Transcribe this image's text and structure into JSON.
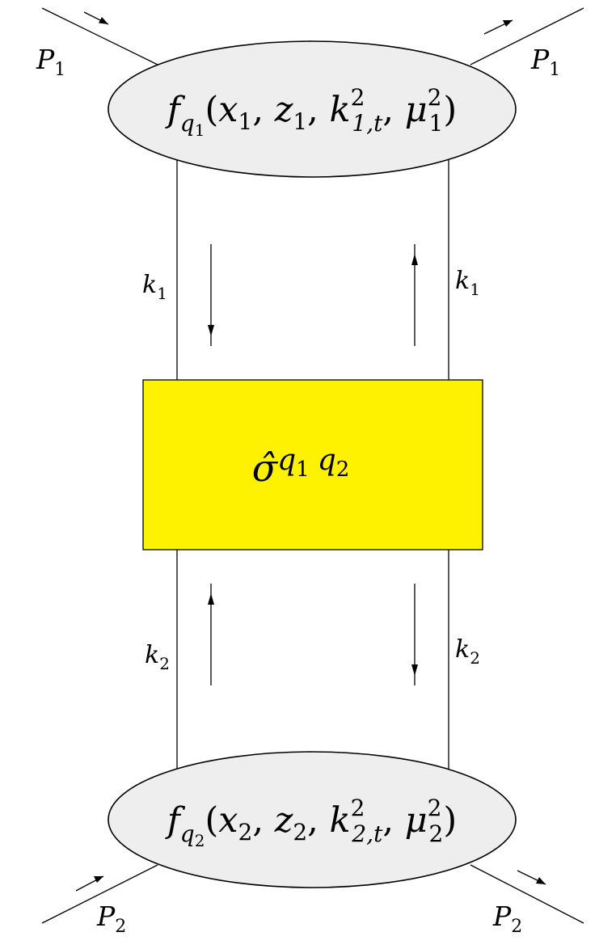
{
  "diagram": {
    "colors": {
      "line": "#000000",
      "blob_fill": "#eeeeee",
      "hard_box_fill": "#fff200"
    },
    "top_blob": {
      "func": "f",
      "flavor": "q",
      "flavor_index": "1",
      "x": "x",
      "x_index": "1",
      "z": "z",
      "z_index": "1",
      "k": "k",
      "k_power": "2",
      "k_index": "1,t",
      "mu": "μ",
      "mu_power": "2",
      "mu_index": "1"
    },
    "bottom_blob": {
      "func": "f",
      "flavor": "q",
      "flavor_index": "2",
      "x": "x",
      "x_index": "2",
      "z": "z",
      "z_index": "2",
      "k": "k",
      "k_power": "2",
      "k_index": "2,t",
      "mu": "μ",
      "mu_power": "2",
      "mu_index": "2"
    },
    "hard_box": {
      "sigma": "σ̂",
      "q": "q",
      "idx1": "1",
      "idx2": "2"
    },
    "labels": {
      "P1": {
        "sym": "P",
        "sub": "1"
      },
      "P2": {
        "sym": "P",
        "sub": "2"
      },
      "k1": {
        "sym": "k",
        "sub": "1"
      },
      "k2": {
        "sym": "k",
        "sub": "2"
      }
    }
  }
}
